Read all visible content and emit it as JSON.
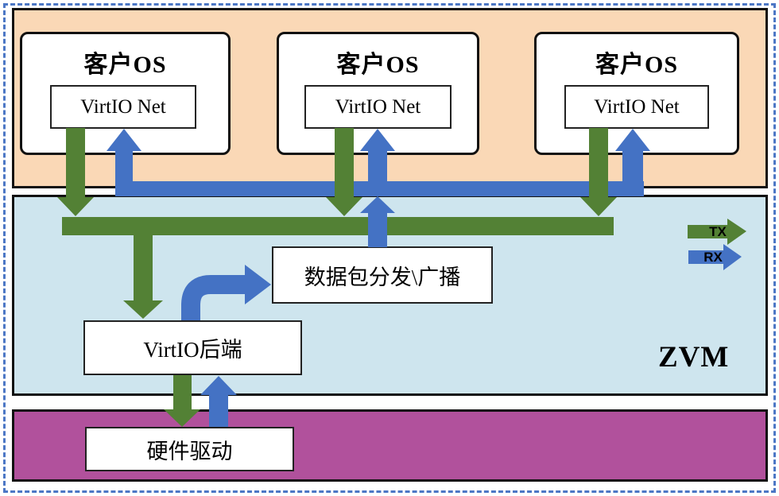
{
  "colors": {
    "tx_green": "#538135",
    "rx_blue": "#4472C4",
    "guest_section_bg": "#FAD8B6",
    "zvm_section_bg": "#CEE5EE",
    "hw_section_bg": "#B1519C",
    "dashed_border": "#4C77C5"
  },
  "guest_section": {
    "boxes": [
      {
        "title": "客户OS",
        "module": "VirtIO Net"
      },
      {
        "title": "客户OS",
        "module": "VirtIO Net"
      },
      {
        "title": "客户OS",
        "module": "VirtIO Net"
      }
    ]
  },
  "zvm_section": {
    "label": "ZVM",
    "dispatcher": "数据包分发\\广播",
    "backend": "VirtIO后端",
    "legend": {
      "tx": "TX",
      "rx": "RX"
    }
  },
  "hw_section": {
    "driver": "硬件驱动"
  }
}
